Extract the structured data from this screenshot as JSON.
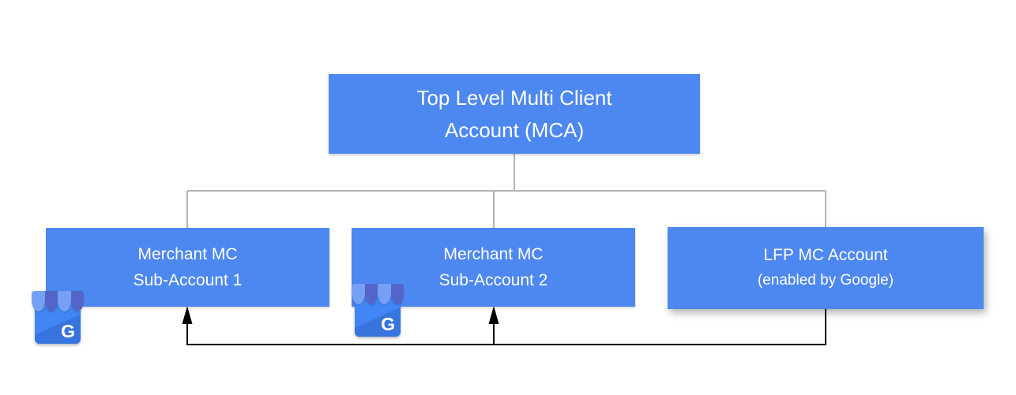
{
  "diagram": {
    "nodes": {
      "mca": {
        "line1": "Top Level Multi Client",
        "line2": "Account (MCA)"
      },
      "sub1": {
        "line1": "Merchant MC",
        "line2": "Sub-Account 1"
      },
      "sub2": {
        "line1": "Merchant MC",
        "line2": "Sub-Account 2"
      },
      "lfp": {
        "line1": "LFP MC Account",
        "line2": "(enabled by Google)"
      }
    },
    "icons": {
      "gmb_name": "google-my-business-storefront-icon",
      "gmb_letter": "G"
    }
  },
  "colors": {
    "box_blue": "#4d87f0",
    "icon_blue": "#4285f4",
    "awning_light": "#76a0f3",
    "awning_dark": "#5365c9",
    "connector_gray": "#b4b4b4",
    "arrow_black": "#000000",
    "text_white": "#ffffff"
  }
}
